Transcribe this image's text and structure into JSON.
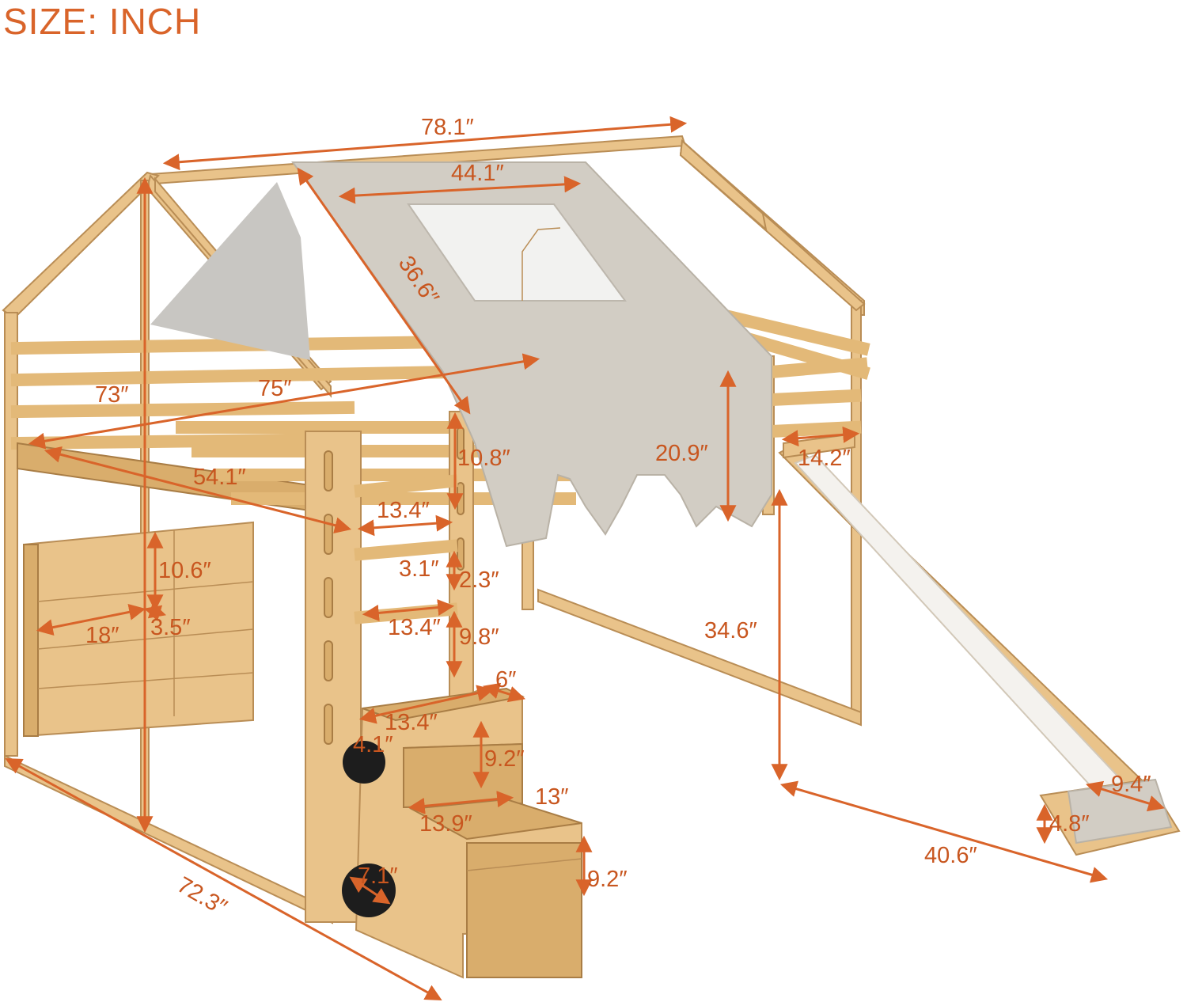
{
  "header": {
    "title": "SIZE: INCH"
  },
  "colors": {
    "dimension": "#d9642a",
    "wood": "#e9c38a",
    "tent": "#d2cdc4"
  },
  "dimensions": {
    "overall_length": "78.1″",
    "tent_top": "44.1″",
    "tent_slope": "36.6″",
    "rail_length": "75″",
    "total_height": "73″",
    "bed_width": "54.1″",
    "guard_height": "10.8″",
    "curtain_height": "20.9″",
    "platform_width": "14.2″",
    "stair_top_width": "13.4″",
    "shelf_height": "10.6″",
    "rail_gap": "3.1″",
    "rail_thickness": "2.3″",
    "step_width_upper": "13.4″",
    "shelf_width": "18″",
    "shelf_depth": "3.5″",
    "clearance": "34.6″",
    "step_gap": "9.8″",
    "step_edge": "6″",
    "step_width": "13.4″",
    "hole_small": "4.1″",
    "step_height_1": "9.2″",
    "step_depth": "13.9″",
    "step_13": "13″",
    "hole_large": "7.1″",
    "step_height_2": "9.2″",
    "base_depth": "72.3″",
    "slide_run": "40.6″",
    "slide_end": "9.4″",
    "slide_edge": "4.8″"
  }
}
